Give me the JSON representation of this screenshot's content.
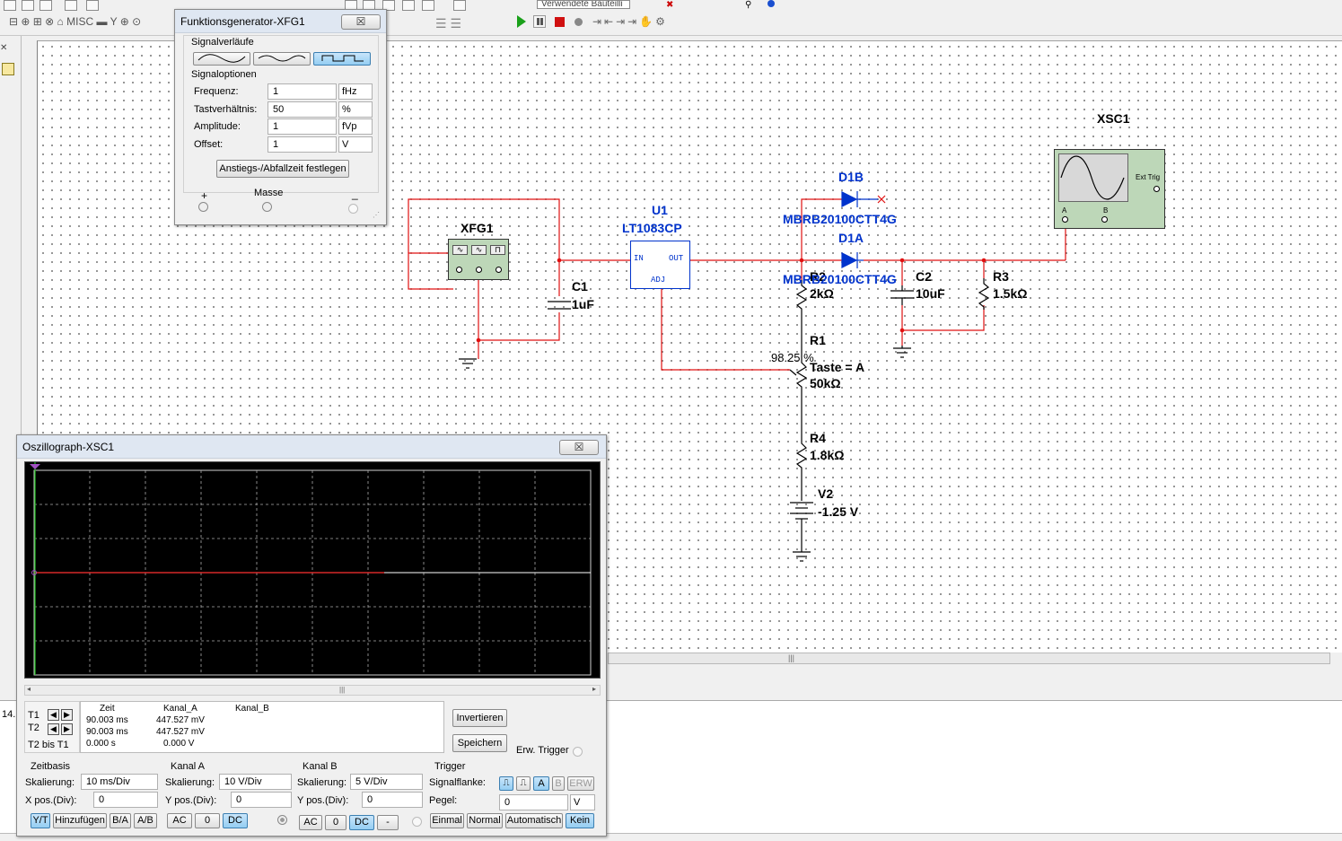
{
  "toolbar": {
    "view_select": "Verwendete Bauteilli"
  },
  "bottom": {
    "left_number": "14."
  },
  "schematic": {
    "xfg1_label": "XFG1",
    "xsc1_label": "XSC1",
    "xsc1_ext_trig": "Ext Trig",
    "xsc1_ch_a": "A",
    "xsc1_ch_b": "B",
    "u1_name": "U1",
    "u1_part": "LT1083CP",
    "u1_in": "IN",
    "u1_out": "OUT",
    "u1_adj": "ADJ",
    "c1_name": "C1",
    "c1_value": "1uF",
    "d1b_name": "D1B",
    "d1b_part": "MBRB20100CTT4G",
    "d1a_name": "D1A",
    "d1a_part": "MBRB20100CTT4G",
    "r2_name": "R2",
    "r2_value": "2kΩ",
    "c2_name": "C2",
    "c2_value": "10uF",
    "r3_name": "R3",
    "r3_value": "1.5kΩ",
    "r1_name": "R1",
    "r1_percent": "98.25 %",
    "r1_key": "Taste = A",
    "r1_value": "50kΩ",
    "r4_name": "R4",
    "r4_value": "1.8kΩ",
    "v2_name": "V2",
    "v2_value": "-1.25 V"
  },
  "funcgen": {
    "title": "Funktionsgenerator-XFG1",
    "close": "☒",
    "waveforms_label": "Signalverläufe",
    "options_label": "Signaloptionen",
    "frequency_label": "Frequenz:",
    "frequency_value": "1",
    "frequency_unit": "fHz",
    "duty_label": "Tastverhältnis:",
    "duty_value": "50",
    "duty_unit": "%",
    "amplitude_label": "Amplitude:",
    "amplitude_value": "1",
    "amplitude_unit": "fVp",
    "offset_label": "Offset:",
    "offset_value": "1",
    "offset_unit": "V",
    "rise_fall_button": "Anstiegs-/Abfallzeit festlegen",
    "plus": "+",
    "ground": "Masse",
    "minus": "_"
  },
  "scope": {
    "title": "Oszillograph-XSC1",
    "close": "☒",
    "t1": "T1",
    "t2": "T2",
    "t2t1": "T2 bis T1",
    "col_time": "Zeit",
    "col_a": "Kanal_A",
    "col_b": "Kanal_B",
    "rows": [
      {
        "time": "90.003 ms",
        "a": "447.527 mV",
        "b": ""
      },
      {
        "time": "90.003 ms",
        "a": "447.527 mV",
        "b": ""
      },
      {
        "time": "0.000 s",
        "a": "0.000 V",
        "b": ""
      }
    ],
    "invert_button": "Invertieren",
    "save_button": "Speichern",
    "ext_trigger": "Erw. Trigger",
    "timebase_label": "Zeitbasis",
    "timebase_scale_label": "Skalierung:",
    "timebase_scale": "10 ms/Div",
    "timebase_xpos_label": "X pos.(Div):",
    "timebase_xpos": "0",
    "btn_yt": "Y/T",
    "btn_add": "Hinzufügen",
    "btn_ba": "B/A",
    "btn_ab": "A/B",
    "cha_label": "Kanal A",
    "cha_scale_label": "Skalierung:",
    "cha_scale": "10  V/Div",
    "cha_ypos_label": "Y pos.(Div):",
    "cha_ypos": "0",
    "cha_ac": "AC",
    "cha_zero": "0",
    "cha_dc": "DC",
    "chb_label": "Kanal B",
    "chb_scale_label": "Skalierung:",
    "chb_scale": "5  V/Div",
    "chb_ypos_label": "Y pos.(Div):",
    "chb_ypos": "0",
    "chb_ac": "AC",
    "chb_zero": "0",
    "chb_dc": "DC",
    "chb_minus": "-",
    "trig_label": "Trigger",
    "trig_edge_label": "Signalflanke:",
    "trig_a": "A",
    "trig_b": "B",
    "trig_ext": "ERW",
    "trig_level_label": "Pegel:",
    "trig_level": "0",
    "trig_level_unit": "V",
    "trig_single": "Einmal",
    "trig_normal": "Normal",
    "trig_auto": "Automatisch",
    "trig_none": "Kein",
    "trace_color": "#ff3030"
  }
}
